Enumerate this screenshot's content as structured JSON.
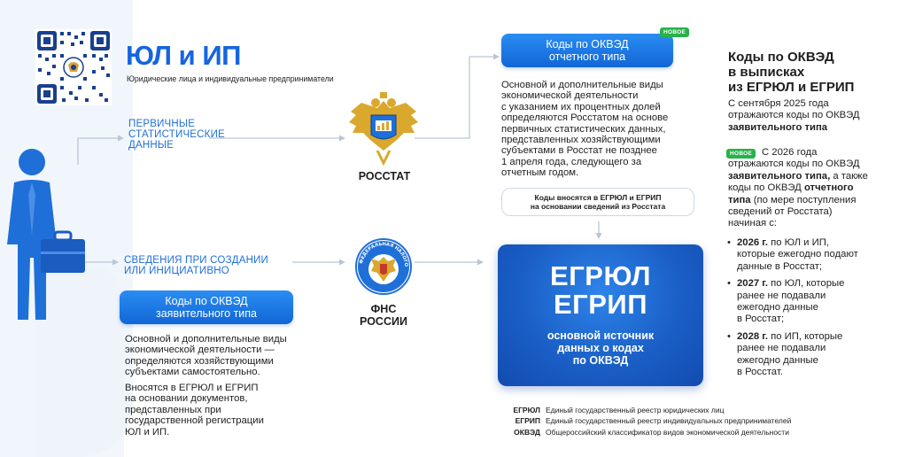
{
  "header": {
    "title": "ЮЛ и ИП",
    "subtitle": "Юридические лица и индивидуальные предприниматели"
  },
  "left": {
    "top_label": [
      "ПЕРВИЧНЫЕ",
      "СТАТИСТИЧЕСКИЕ",
      "ДАННЫЕ"
    ],
    "bottom_label": [
      "СВЕДЕНИЯ ПРИ СОЗДАНИИ",
      "ИЛИ ИНИЦИАТИВНО"
    ],
    "pill": [
      "Коды по ОКВЭД",
      "заявительного типа"
    ],
    "para1": [
      "Основной и дополнительные виды",
      "экономической деятельности —",
      "определяются хозяйствующими",
      "субъектами самостоятельно."
    ],
    "para2": [
      "Вносятся в ЕГРЮЛ и ЕГРИП",
      "на основании документов,",
      "представленных при",
      "государственной регистрации",
      "ЮЛ и ИП."
    ]
  },
  "agencies": {
    "rosstat": "РОССТАТ",
    "fns": [
      "ФНС",
      "РОССИИ"
    ],
    "fns_emblem_text": "ФЕДЕРАЛЬНАЯ НАЛОГОВАЯ СЛУЖБА"
  },
  "center": {
    "badge": "НОВОЕ",
    "pill": [
      "Коды по ОКВЭД",
      "отчетного типа"
    ],
    "para": [
      "Основной и дополнительные виды",
      "экономической деятельности",
      "с указанием их процентных долей",
      "определяются Росстатом на основе",
      "первичных статистических данных,",
      "представленных хозяйствующими",
      "субъектами в Росстат не позднее",
      "1 апреля года, следующего за",
      "отчетным годом."
    ],
    "note": [
      "Коды вносятся в ЕГРЮЛ и ЕГРИП",
      "на основании сведений из Росстата"
    ],
    "egr_title": [
      "ЕГРЮЛ",
      "ЕГРИП"
    ],
    "egr_sub": [
      "основной источник",
      "данных о кодах",
      "по ОКВЭД"
    ]
  },
  "legend": [
    {
      "abbr": "ЕГРЮЛ",
      "text": "Единый государственный реестр юридических лиц"
    },
    {
      "abbr": "ЕГРИП",
      "text": "Единый государственный реестр индивидуальных предпринимателей"
    },
    {
      "abbr": "ОКВЭД",
      "text": "Общероссийский классификатор видов экономической деятельности"
    }
  ],
  "right": {
    "title": [
      "Коды по ОКВЭД",
      "в выписках",
      "из ЕГРЮЛ и ЕГРИП"
    ],
    "p1_a": "С сентября 2025 года",
    "p1_b": "отражаются коды по ОКВЭД",
    "p1_c": "заявительного типа",
    "badge": "НОВОЕ",
    "p2_a": "С 2026 года",
    "p2_b": "отражаются коды по ОКВЭД",
    "p2_c_bold": "заявительного типа,",
    "p2_c_rest": " а также",
    "p2_d_a": "коды по ОКВЭД ",
    "p2_d_bold": "отчетного",
    "p2_e_bold": "типа",
    "p2_e_rest": " (по мере поступления",
    "p2_f": "сведений от Росстата)",
    "p2_g": "начиная с:",
    "items": [
      {
        "year": "2026 г.",
        "lines": [
          " по ЮЛ и ИП,",
          "которые ежегодно подают",
          "данные в Росстат;"
        ]
      },
      {
        "year": "2027 г.",
        "lines": [
          " по ЮЛ, которые",
          "ранее не подавали",
          "ежегодно данные",
          "в Росстат;"
        ]
      },
      {
        "year": "2028 г.",
        "lines": [
          " по ИП, которые",
          "ранее не подавали",
          "ежегодно данные",
          "в Росстат."
        ]
      }
    ]
  },
  "colors": {
    "brand_blue": "#1565e0",
    "label_blue": "#1f6fd8",
    "badge_green": "#26b24a",
    "background_tint": "#eef4fb"
  }
}
